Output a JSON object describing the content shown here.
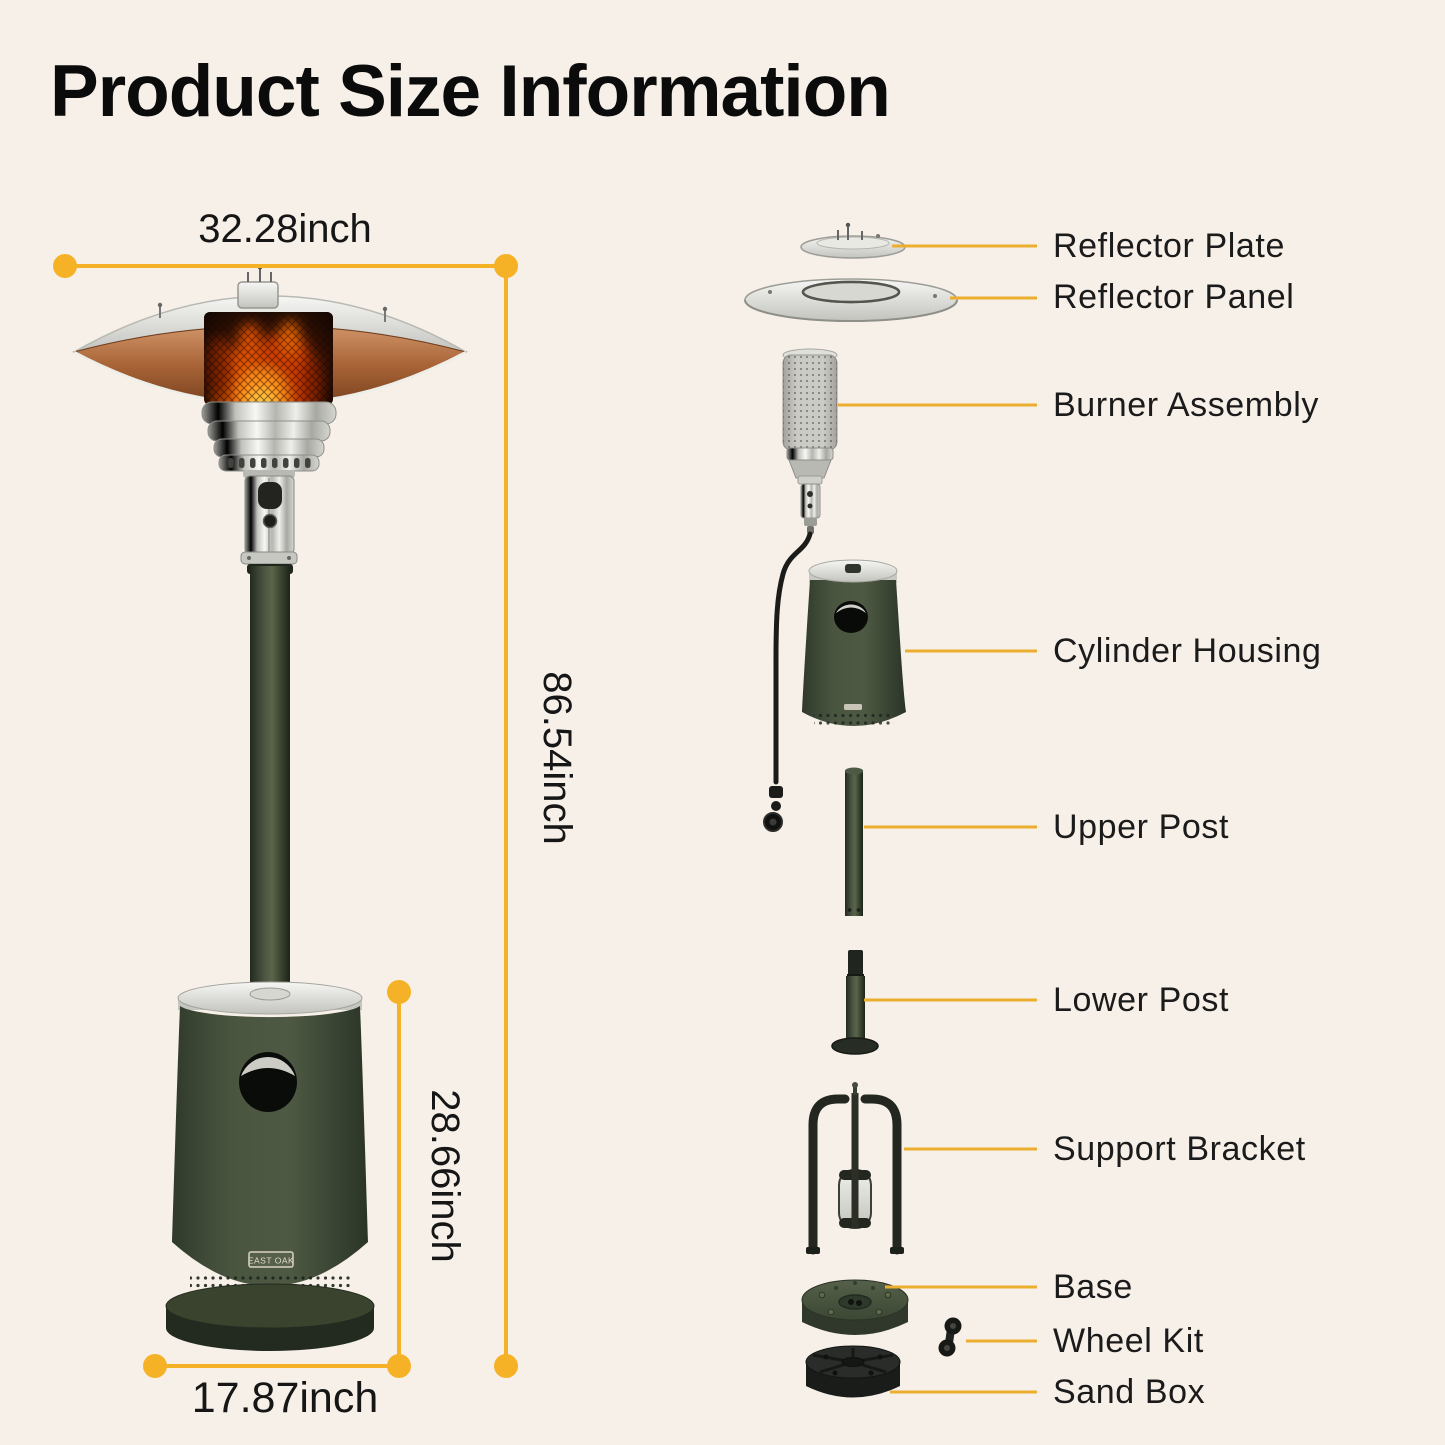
{
  "title": "Product Size Information",
  "background_color": "#F7F0E9",
  "accent_color": "#F5B226",
  "text_color": "#161616",
  "brand_badge": "EAST OAK",
  "dimensions": {
    "top_width": "32.28inch",
    "total_height": "86.54inch",
    "housing_height": "28.66inch",
    "base_width": "17.87inch"
  },
  "parts": [
    {
      "id": "reflector-plate",
      "label": "Reflector Plate"
    },
    {
      "id": "reflector-panel",
      "label": "Reflector Panel"
    },
    {
      "id": "burner-assembly",
      "label": "Burner Assembly"
    },
    {
      "id": "cylinder-housing",
      "label": "Cylinder Housing"
    },
    {
      "id": "upper-post",
      "label": "Upper Post"
    },
    {
      "id": "lower-post",
      "label": "Lower Post"
    },
    {
      "id": "support-bracket",
      "label": "Support Bracket"
    },
    {
      "id": "base",
      "label": "Base"
    },
    {
      "id": "wheel-kit",
      "label": "Wheel Kit"
    },
    {
      "id": "sand-box",
      "label": "Sand Box"
    }
  ]
}
